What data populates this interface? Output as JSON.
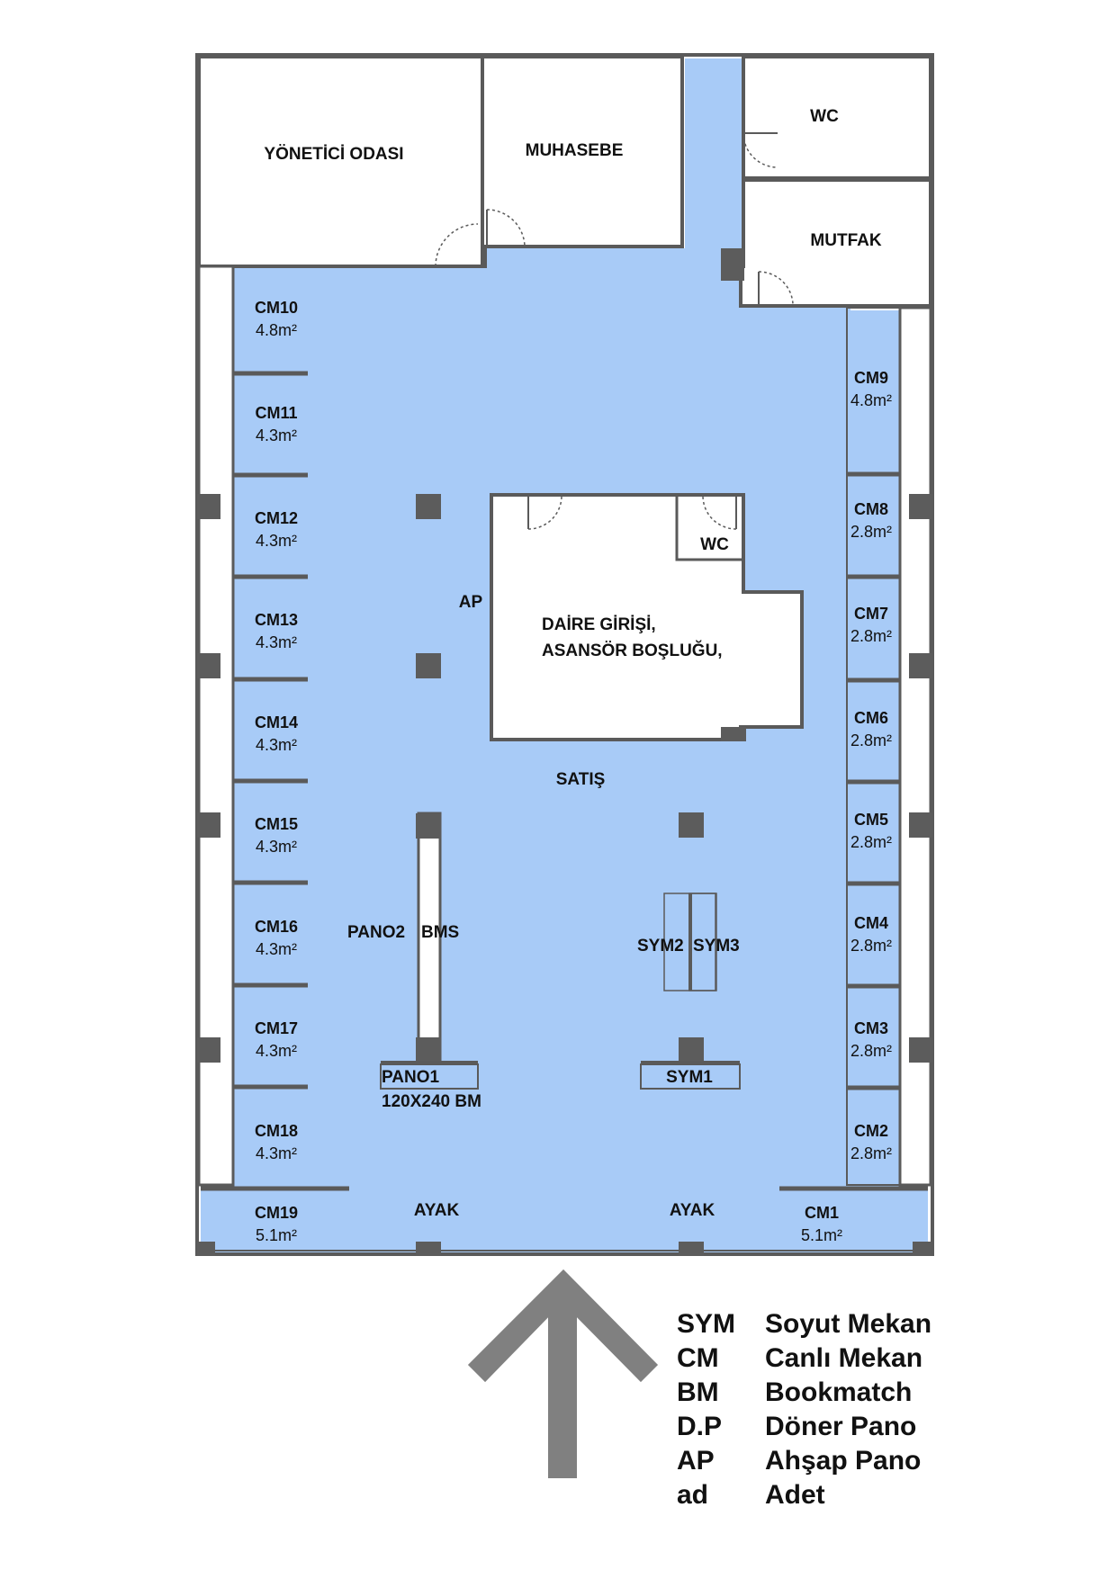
{
  "rooms": {
    "manager": "YÖNETİCİ ODASI",
    "accounting": "MUHASEBE",
    "wc_top": "WC",
    "kitchen": "MUTFAK",
    "wc_center": "WC",
    "entrance_line1": "DAİRE GİRİŞİ,",
    "entrance_line2": "ASANSÖR BOŞLUĞU,",
    "sales": "SATIŞ"
  },
  "fixtures": {
    "ap": "AP",
    "pano2": "PANO2",
    "bms": "BMS",
    "pano1": "PANO1",
    "pano1_size": "120X240 BM",
    "sym1": "SYM1",
    "sym2": "SYM2",
    "sym3": "SYM3",
    "ayak_left": "AYAK",
    "ayak_right": "AYAK"
  },
  "stalls": {
    "cm10": {
      "name": "CM10",
      "area": "4.8m²"
    },
    "cm11": {
      "name": "CM11",
      "area": "4.3m²"
    },
    "cm12": {
      "name": "CM12",
      "area": "4.3m²"
    },
    "cm13": {
      "name": "CM13",
      "area": "4.3m²"
    },
    "cm14": {
      "name": "CM14",
      "area": "4.3m²"
    },
    "cm15": {
      "name": "CM15",
      "area": "4.3m²"
    },
    "cm16": {
      "name": "CM16",
      "area": "4.3m²"
    },
    "cm17": {
      "name": "CM17",
      "area": "4.3m²"
    },
    "cm18": {
      "name": "CM18",
      "area": "4.3m²"
    },
    "cm19": {
      "name": "CM19",
      "area": "5.1m²"
    },
    "cm9": {
      "name": "CM9",
      "area": "4.8m²"
    },
    "cm8": {
      "name": "CM8",
      "area": "2.8m²"
    },
    "cm7": {
      "name": "CM7",
      "area": "2.8m²"
    },
    "cm6": {
      "name": "CM6",
      "area": "2.8m²"
    },
    "cm5": {
      "name": "CM5",
      "area": "2.8m²"
    },
    "cm4": {
      "name": "CM4",
      "area": "2.8m²"
    },
    "cm3": {
      "name": "CM3",
      "area": "2.8m²"
    },
    "cm2": {
      "name": "CM2",
      "area": "2.8m²"
    },
    "cm1": {
      "name": "CM1",
      "area": "5.1m²"
    }
  },
  "legend": [
    {
      "abbr": "SYM",
      "meaning": "Soyut Mekan"
    },
    {
      "abbr": "CM",
      "meaning": "Canlı Mekan"
    },
    {
      "abbr": "BM",
      "meaning": "Bookmatch"
    },
    {
      "abbr": "D.P",
      "meaning": "Döner Pano"
    },
    {
      "abbr": "AP",
      "meaning": "Ahşap Pano"
    },
    {
      "abbr": "ad",
      "meaning": "Adet"
    }
  ],
  "colors": {
    "floor": "#a8cbf7",
    "wall": "#5a5a5a",
    "column": "#5c5c5c",
    "arrow": "#808080"
  },
  "icons": {
    "north_arrow": "up-arrow-icon"
  }
}
